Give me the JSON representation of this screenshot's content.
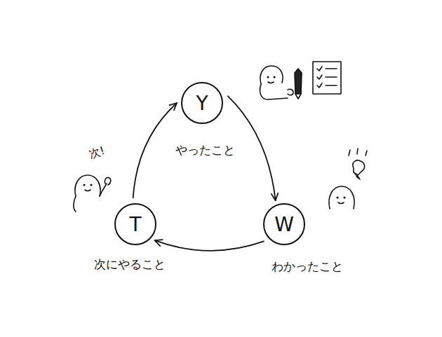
{
  "diagram": {
    "nodes": [
      {
        "text": [
          "Y",
          "やったこと"
        ]
      },
      {
        "text": [
          "W",
          "わかったこと"
        ]
      },
      {
        "text": [
          "T",
          "次にやること"
        ]
      }
    ],
    "edges": [
      {
        "from": 0,
        "to": 1,
        "arrow": "to"
      },
      {
        "from": 1,
        "to": 2,
        "arrow": "to"
      },
      {
        "from": 2,
        "to": 0,
        "arrow": "to"
      }
    ],
    "labels": [
      "次!"
    ]
  }
}
